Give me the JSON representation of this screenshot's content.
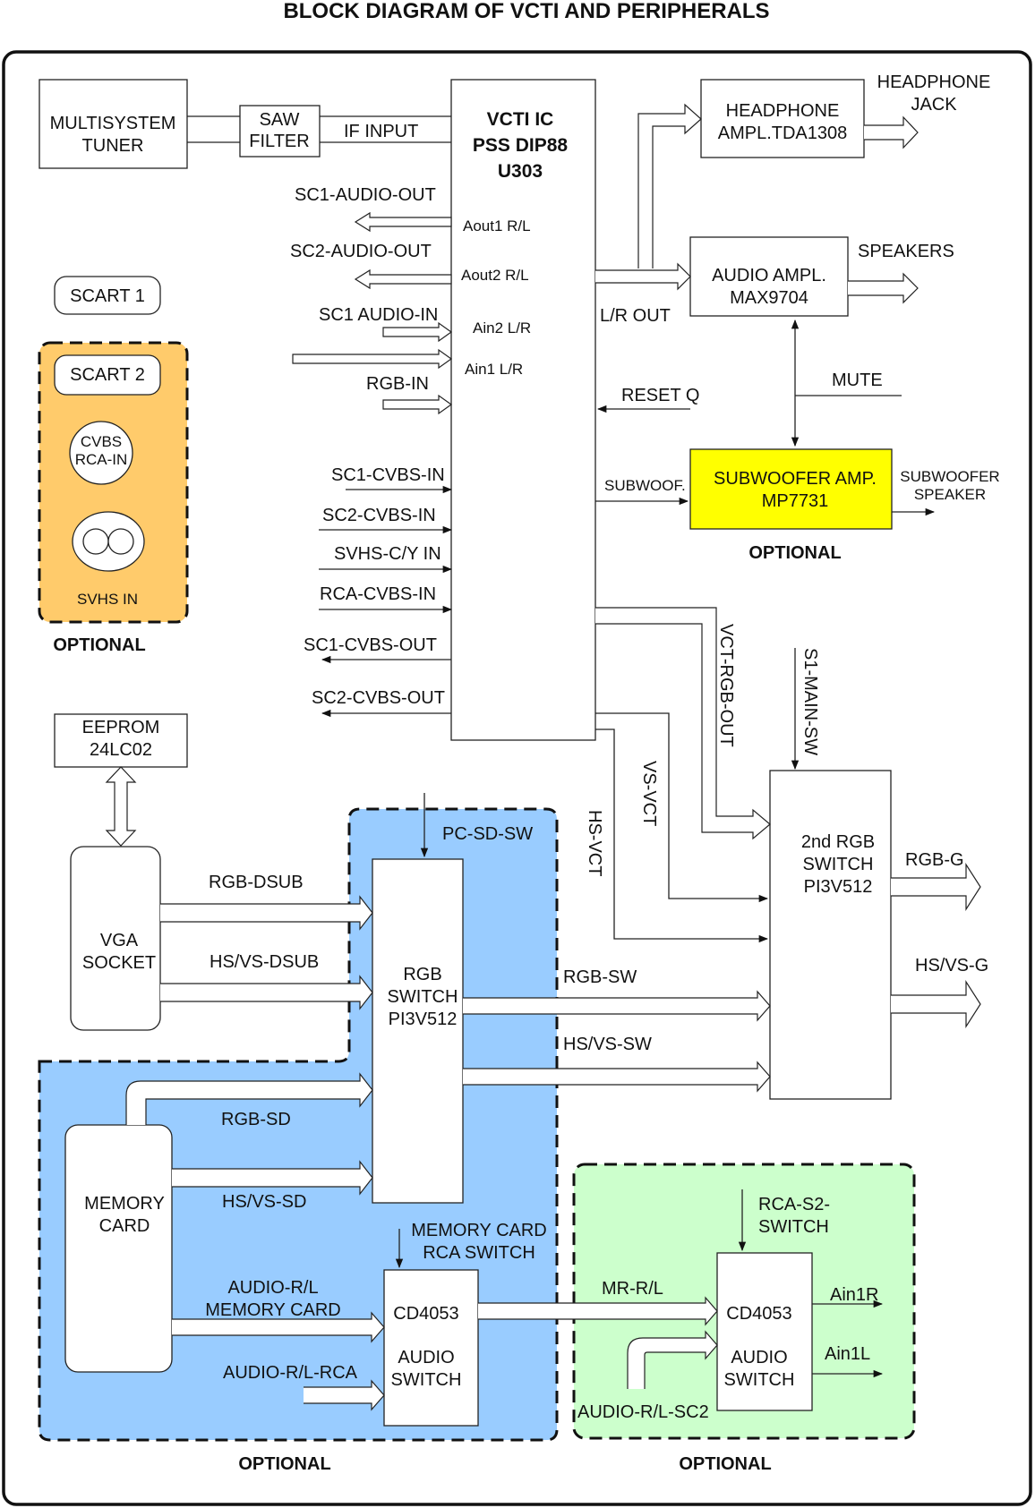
{
  "title": "BLOCK DIAGRAM OF VCTI AND PERIPHERALS",
  "colors": {
    "optional_orange": "#FFCB6B",
    "optional_blue": "#99CCFF",
    "optional_green": "#CCFFCC",
    "subwoofer_yellow": "#FFFF00"
  },
  "blocks": {
    "tuner": [
      "MULTISYSTEM",
      "TUNER"
    ],
    "saw": [
      "SAW",
      "FILTER"
    ],
    "vcti": [
      "VCTI IC",
      "PSS DIP88",
      "U303"
    ],
    "headphone_amp": [
      "HEADPHONE",
      "AMPL.TDA1308"
    ],
    "audio_amp": [
      "AUDIO AMPL.",
      "MAX9704"
    ],
    "subwoofer_amp": [
      "SUBWOOFER AMP.",
      "MP7731"
    ],
    "scart1": "SCART 1",
    "scart2": "SCART 2",
    "cvbs_rca": [
      "CVBS",
      "RCA-IN"
    ],
    "svhs_in": "SVHS IN",
    "eeprom": [
      "EEPROM",
      "24LC02"
    ],
    "vga": [
      "VGA",
      "SOCKET"
    ],
    "rgb_switch": [
      "RGB",
      "SWITCH",
      "PI3V512"
    ],
    "rgb2_switch": [
      "2nd RGB",
      "SWITCH",
      "PI3V512"
    ],
    "memory_card": [
      "MEMORY",
      "CARD"
    ],
    "cd4053_a": [
      "CD4053",
      "AUDIO",
      "SWITCH"
    ],
    "cd4053_b": [
      "CD4053",
      "AUDIO",
      "SWITCH"
    ]
  },
  "vcti_pins": {
    "aout1": "Aout1 R/L",
    "aout2": "Aout2 R/L",
    "ain2": "Ain2 L/R",
    "ain1": "Ain1 L/R"
  },
  "signals": {
    "if_input": "IF INPUT",
    "sc1_audio_out": "SC1-AUDIO-OUT",
    "sc2_audio_out": "SC2-AUDIO-OUT",
    "sc1_audio_in": "SC1 AUDIO-IN",
    "rgb_in": "RGB-IN",
    "sc1_cvbs_in": "SC1-CVBS-IN",
    "sc2_cvbs_in": "SC2-CVBS-IN",
    "svhs_cy_in": "SVHS-C/Y IN",
    "rca_cvbs_in": "RCA-CVBS-IN",
    "sc1_cvbs_out": "SC1-CVBS-OUT",
    "sc2_cvbs_out": "SC2-CVBS-OUT",
    "headphone_jack": [
      "HEADPHONE",
      "JACK"
    ],
    "speakers": "SPEAKERS",
    "lr_out": "L/R OUT",
    "mute": "MUTE",
    "reset_q": "RESET Q",
    "subwoof": "SUBWOOF.",
    "subwoofer_speaker": [
      "SUBWOOFER",
      "SPEAKER"
    ],
    "vct_rgb_out": "VCT-RGB-OUT",
    "s1_main_sw": "S1-MAIN-SW",
    "vs_vct": "VS-VCT",
    "hs_vct": "HS-VCT",
    "pc_sd_sw": "PC-SD-SW",
    "rgb_dsub": "RGB-DSUB",
    "hsvs_dsub": "HS/VS-DSUB",
    "rgb_sw": "RGB-SW",
    "hsvs_sw": "HS/VS-SW",
    "rgb_g": "RGB-G",
    "hsvs_g": "HS/VS-G",
    "rgb_sd": "RGB-SD",
    "hsvs_sd": "HS/VS-SD",
    "mem_rca_switch": [
      "MEMORY CARD",
      "RCA SWITCH"
    ],
    "audio_rl_mem": [
      "AUDIO-R/L",
      "MEMORY CARD"
    ],
    "audio_rl_rca": "AUDIO-R/L-RCA",
    "rca_s2_switch": [
      "RCA-S2-",
      "SWITCH"
    ],
    "mr_rl": "MR-R/L",
    "ain1r": "Ain1R",
    "ain1l": "Ain1L",
    "audio_rl_sc2": "AUDIO-R/L-SC2"
  },
  "optional_labels": {
    "orange": "OPTIONAL",
    "subwoofer": "OPTIONAL",
    "blue": "OPTIONAL",
    "green": "OPTIONAL"
  }
}
